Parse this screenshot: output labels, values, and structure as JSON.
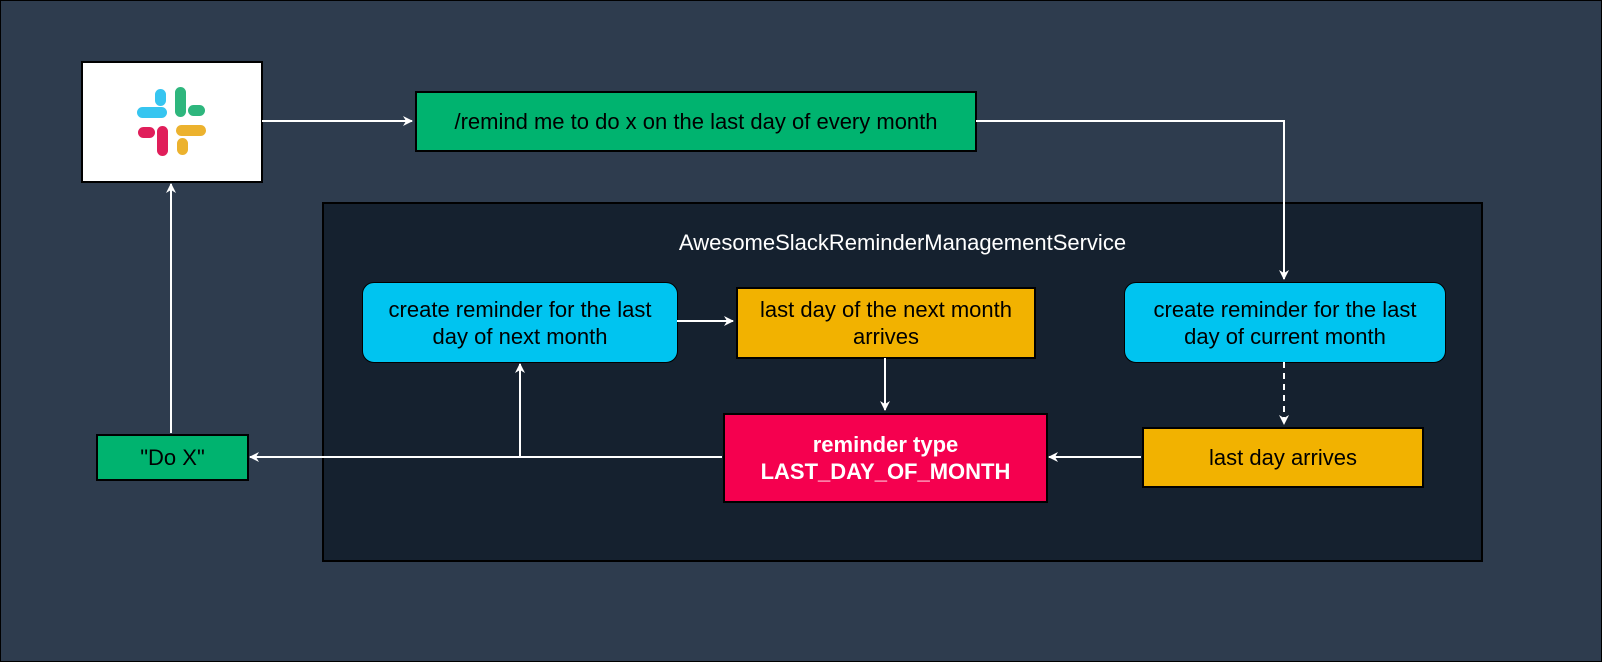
{
  "colors": {
    "background": "#2e3c4e",
    "service_background": "#15212f",
    "green": "#00b36f",
    "blue": "#00c4f0",
    "orange": "#f2b200",
    "red": "#f5004f",
    "white": "#ffffff"
  },
  "slack_logo": {
    "icon": "slack-logo-icon"
  },
  "command": "/remind me to do x on the last day of every month",
  "service": {
    "title": "AwesomeSlackReminderManagementService",
    "create_next": "create reminder for the last day of next month",
    "next_arrives": "last day of the next month arrives",
    "create_current": "create reminder for the last day of current month",
    "last_day_arrives": "last day arrives",
    "reminder_type_line1": "reminder type",
    "reminder_type_line2": "LAST_DAY_OF_MONTH"
  },
  "output": "\"Do X\""
}
